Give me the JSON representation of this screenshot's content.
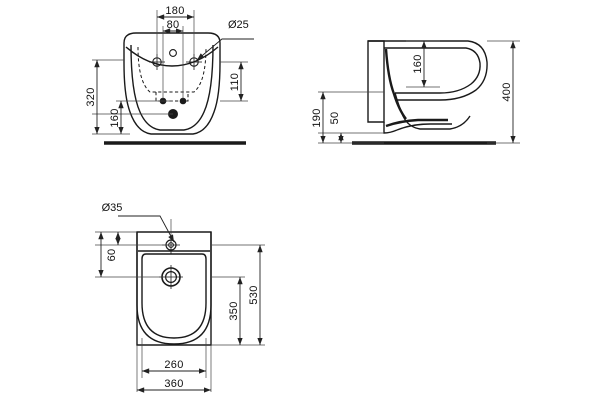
{
  "drawing": {
    "type": "technical-dimensional-drawing",
    "subject": "wall-hung bidet",
    "background_color": "#ffffff",
    "line_color": "#1a1a1a",
    "dim_line_color": "#333333",
    "units": "mm",
    "views": [
      {
        "id": "front-elevation",
        "name": "Front elevation",
        "position": "top-left"
      },
      {
        "id": "side-elevation",
        "name": "Side elevation",
        "position": "top-right"
      },
      {
        "id": "plan-view",
        "name": "Plan view",
        "position": "bottom-left"
      }
    ]
  },
  "front_view": {
    "dim_180": "180",
    "dim_80": "80",
    "dim_320": "320",
    "dim_160": "160",
    "dim_110": "110",
    "callout_d25": "Ø25"
  },
  "side_view": {
    "dim_160": "160",
    "dim_400": "400",
    "dim_190": "190",
    "dim_50": "50"
  },
  "plan_view": {
    "callout_d35": "Ø35",
    "dim_60": "60",
    "dim_350": "350",
    "dim_530": "530",
    "dim_260": "260",
    "dim_360": "360"
  },
  "chart_data": {
    "type": "table",
    "title": "Wall-hung bidet dimensional drawing",
    "xlabel": "",
    "ylabel": "",
    "categories": [
      "front: 180",
      "front: 80",
      "front: 320",
      "front: 160",
      "front: 110",
      "front: Ø25",
      "side: 160",
      "side: 400",
      "side: 190",
      "side: 50",
      "plan: Ø35",
      "plan: 60",
      "plan: 350",
      "plan: 530",
      "plan: 260",
      "plan: 360"
    ],
    "values": [
      180,
      80,
      320,
      160,
      110,
      25,
      160,
      400,
      190,
      50,
      35,
      60,
      350,
      530,
      260,
      360
    ]
  }
}
